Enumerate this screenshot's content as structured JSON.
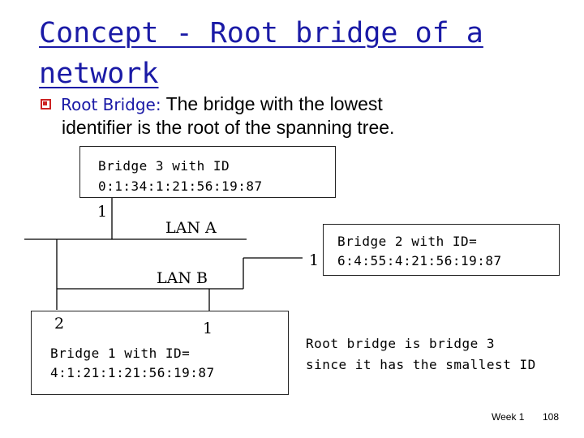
{
  "title": "Concept - Root bridge of a network",
  "bullet": {
    "term": "Root Bridge:",
    "text": " The bridge with the lowest",
    "continuation": "identifier is the root  of the spanning tree."
  },
  "bridges": {
    "bridge3": {
      "line1": "Bridge 3 with ID",
      "line2": "0:1:34:1:21:56:19:87"
    },
    "bridge2": {
      "line1": "Bridge 2 with ID=",
      "line2": "6:4:55:4:21:56:19:87"
    },
    "bridge1": {
      "line1": "Bridge 1 with ID=",
      "line2": "4:1:21:1:21:56:19:87"
    }
  },
  "ports": {
    "bridge3_port": "1",
    "bridge2_port": "1",
    "bridge1_port_left": "2",
    "bridge1_port_right": "1"
  },
  "lans": {
    "a": "LAN A",
    "b": "LAN B"
  },
  "conclusion": {
    "line1": "Root bridge is bridge 3",
    "line2": "since it has the smallest ID"
  },
  "footer": {
    "week": "Week 1",
    "page": "108"
  },
  "colors": {
    "title": "#1a1aa6",
    "bullet": "#cc2222",
    "text": "#000000"
  }
}
